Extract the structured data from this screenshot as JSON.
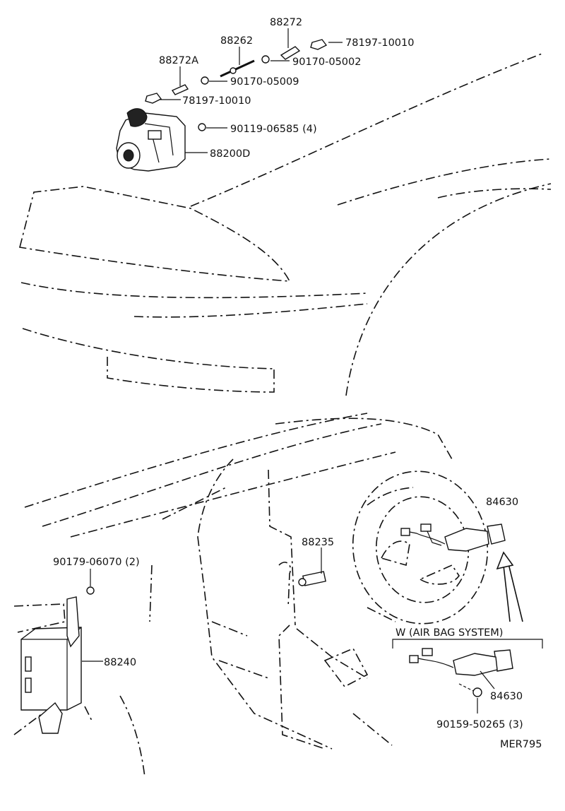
{
  "labels": {
    "p88272": "88272",
    "p78197_top": "78197-10010",
    "p88262": "88262",
    "p90170_05002": "90170-05002",
    "p88272A": "88272A",
    "p90170_05009": "90170-05009",
    "p78197_mid": "78197-10010",
    "p90119": "90119-06585 (4)",
    "p88200D": "88200D",
    "p84630_top": "84630",
    "p88235": "88235",
    "p90179": "90179-06070 (2)",
    "p88240": "88240",
    "airbag_title": "W (AIR BAG SYSTEM)",
    "p84630_box": "84630",
    "p90159": "90159-50265 (3)",
    "diagram_code": "MER795"
  }
}
